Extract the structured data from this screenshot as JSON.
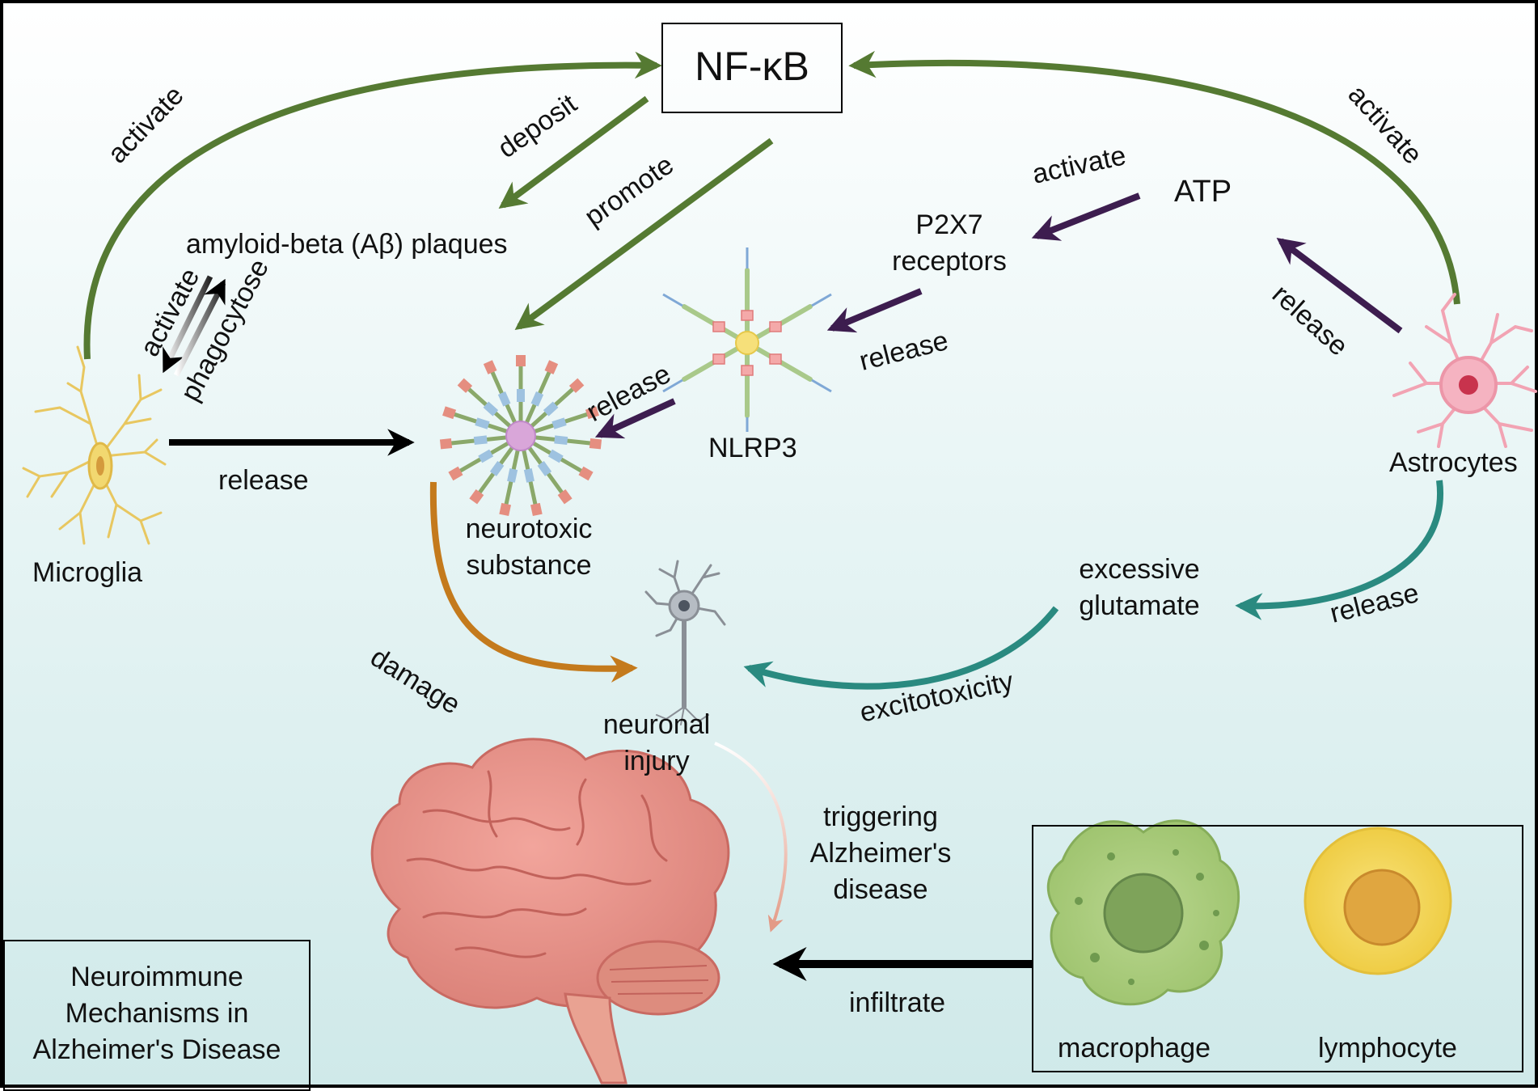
{
  "nodes": {
    "nfkb": "NF-κB",
    "amyloid": "amyloid-beta (Aβ) plaques",
    "atp": "ATP",
    "p2x7": [
      "P2X7",
      "receptors"
    ],
    "nlrp3": "NLRP3",
    "neurotoxic": [
      "neurotoxic",
      "substance"
    ],
    "microglia": "Microglia",
    "astrocytes": "Astrocytes",
    "glutamate": [
      "excessive",
      "glutamate"
    ],
    "neuronal_injury": [
      "neuronal",
      "injury"
    ],
    "triggering": [
      "triggering",
      "Alzheimer's",
      "disease"
    ],
    "macrophage": "macrophage",
    "lymphocyte": "lymphocyte"
  },
  "edges": {
    "microglia_activate_nfkb": "activate",
    "astrocytes_activate_nfkb": "activate",
    "deposit": "deposit",
    "promote": "promote",
    "atp_activate_p2x7": "activate",
    "p2x7_release_nlrp3": "release",
    "astrocytes_release_atp": "release",
    "nlrp3_release": "release",
    "microglia_release": "release",
    "activate_amyloid": "activate",
    "phagocytose": "phagocytose",
    "damage": "damage",
    "excitotoxicity": "excitotoxicity",
    "glutamate_release": "release",
    "infiltrate": "infiltrate"
  },
  "title_box": [
    "Neuroimmune",
    "Mechanisms in",
    "Alzheimer's Disease"
  ],
  "colors": {
    "green": "#557a32",
    "purple": "#3d1d4f",
    "teal": "#2a8a80",
    "orange": "#c47a1c",
    "black": "#000000",
    "salmon": "#e39a86"
  }
}
